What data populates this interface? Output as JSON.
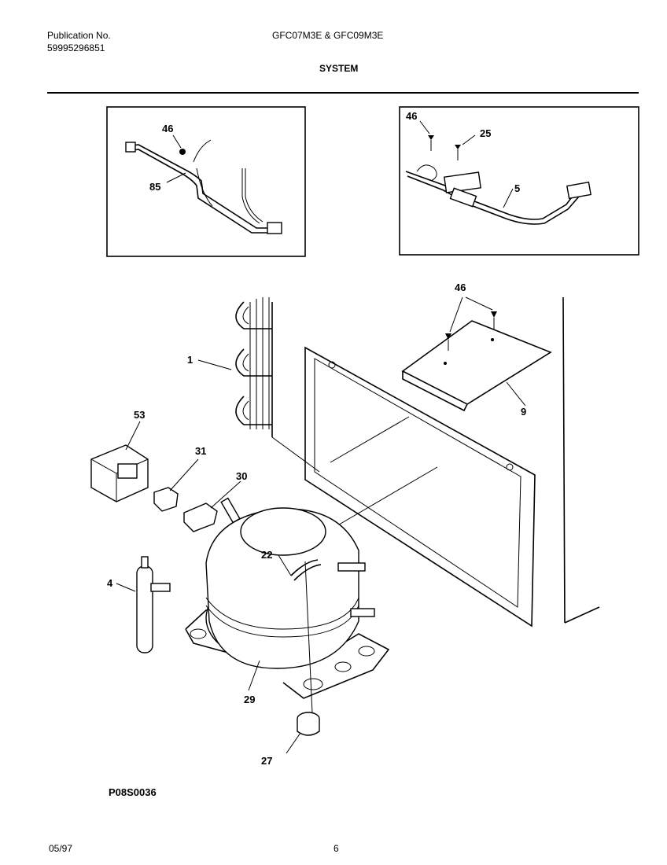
{
  "header": {
    "publication_label": "Publication No.",
    "publication_number": "59995296851",
    "model": "GFC07M3E & GFC09M3E",
    "section": "SYSTEM"
  },
  "callouts": {
    "c46a": "46",
    "c85": "85",
    "c46b": "46",
    "c25": "25",
    "c5": "5",
    "c46c": "46",
    "c1": "1",
    "c9": "9",
    "c53": "53",
    "c31": "31",
    "c30": "30",
    "c22": "22",
    "c4": "4",
    "c29": "29",
    "c27": "27"
  },
  "footer": {
    "drawing_id": "P08S0036",
    "date": "05/97",
    "page": "6"
  }
}
